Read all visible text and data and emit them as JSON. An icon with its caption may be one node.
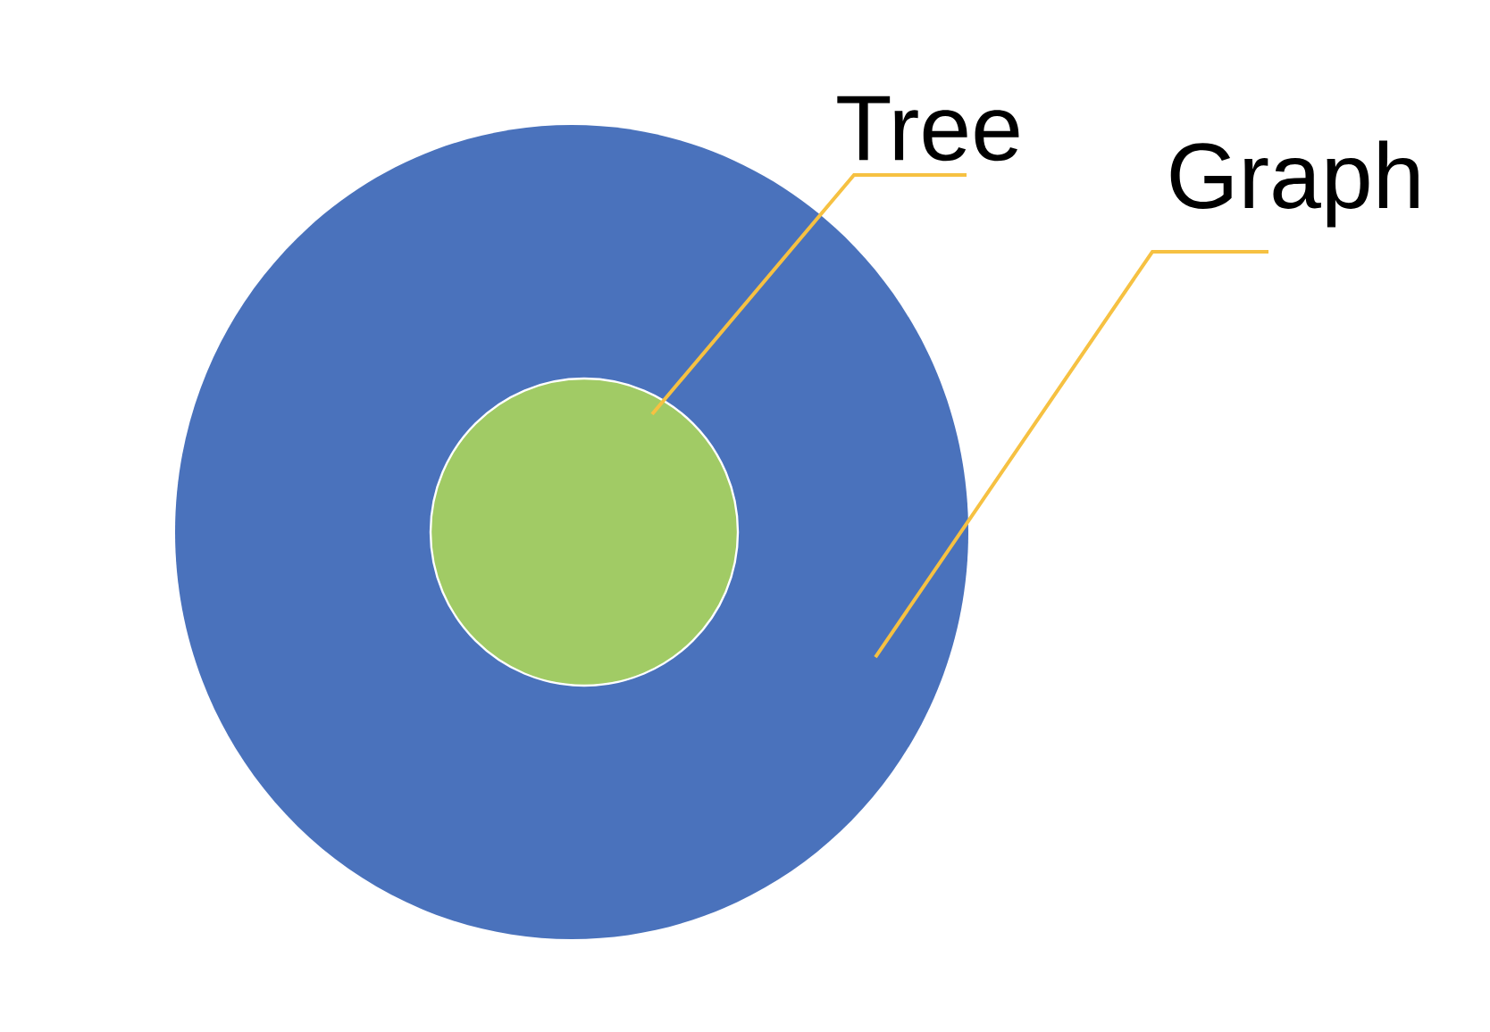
{
  "diagram": {
    "nodes": [
      {
        "text": [],
        "shape": "circle"
      },
      {
        "text": [],
        "shape": "circle",
        "in": 0
      },
      {
        "text": [
          "Tree"
        ]
      },
      {
        "text": [
          "Graph"
        ]
      }
    ],
    "edges": [
      {
        "from": 2,
        "to": 1,
        "arrow": "none",
        "color": "#f6c142"
      },
      {
        "from": 3,
        "to": 0,
        "arrow": "none",
        "color": "#f6c142"
      }
    ]
  }
}
